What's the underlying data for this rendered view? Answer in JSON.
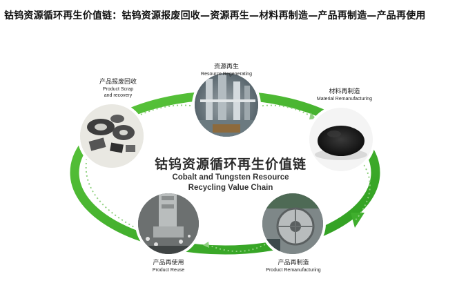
{
  "heading": "钴钨资源循环再生价值链：钴钨资源报废回收—资源再生—材料再制造—产品再制造—产品再使用",
  "figure": {
    "title_zh": "钴钨资源循环再生价值链",
    "title_en_line1": "Cobalt and Tungsten Resource",
    "title_en_line2": "Recycling Value Chain",
    "stages": [
      {
        "zh": "产品报废回收",
        "en1": "Product Scrap",
        "en2": "and recovery"
      },
      {
        "zh": "资源再生",
        "en1": "Resource Regenerating",
        "en2": ""
      },
      {
        "zh": "材料再制造",
        "en1": "Material Remanufacturing",
        "en2": ""
      },
      {
        "zh": "产品再制造",
        "en1": "Product Remanufacturing",
        "en2": ""
      },
      {
        "zh": "产品再使用",
        "en1": "Product  Reuse",
        "en2": ""
      }
    ],
    "colors": {
      "ring": "#46b833",
      "ring_dark": "#2f9a22",
      "dots": "#8fd07f"
    }
  }
}
